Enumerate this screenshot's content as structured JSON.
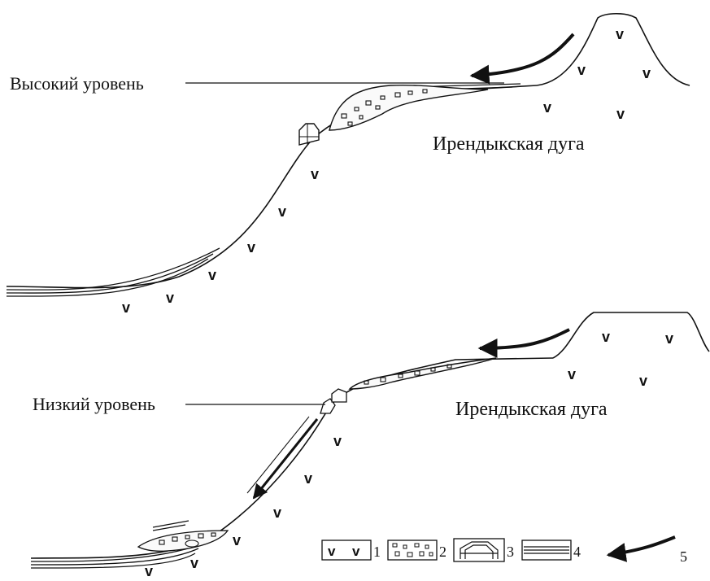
{
  "top_panel": {
    "level_label": "Высокий уровень",
    "arc_label": "Ирендыкская дуга"
  },
  "bottom_panel": {
    "level_label": "Низкий уровень",
    "arc_label": "Ирендыкская дуга"
  },
  "legend": {
    "items": [
      {
        "number": "1",
        "icon": "volcanic-v-icon"
      },
      {
        "number": "2",
        "icon": "breccia-icon"
      },
      {
        "number": "3",
        "icon": "reef-buildup-icon"
      },
      {
        "number": "4",
        "icon": "layered-sediment-icon"
      },
      {
        "number": "5",
        "icon": "transport-arrow-icon"
      }
    ]
  }
}
